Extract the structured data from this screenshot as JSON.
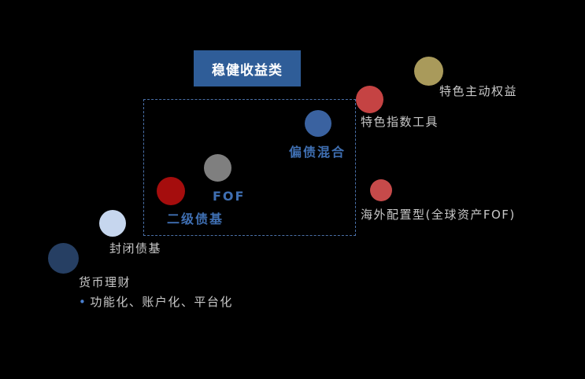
{
  "title": "稳健收益类",
  "colors": {
    "background": "#000000",
    "title_box": "#2f5d98",
    "accent_blue_text": "#3f6fb2",
    "gray_text": "#c8c8c8"
  },
  "nodes": [
    {
      "id": "money-market",
      "label": "货币理财",
      "color": "#263f63"
    },
    {
      "id": "closed-bond",
      "label": "封闭债基",
      "color": "#c6d6ee"
    },
    {
      "id": "secondary-bond",
      "label": "二级债基",
      "color": "#a50d0d"
    },
    {
      "id": "fof",
      "label": "FOF",
      "color": "#7f7f7f"
    },
    {
      "id": "hybrid-bond",
      "label": "偏债混合",
      "color": "#3a62a0"
    },
    {
      "id": "index-tools",
      "label": "特色指数工具",
      "color": "#c54343"
    },
    {
      "id": "active-equity",
      "label": "特色主动权益",
      "color": "#a99a5b"
    },
    {
      "id": "overseas",
      "label": "海外配置型(全球资产FOF)",
      "color": "#c64a4a"
    }
  ],
  "note": {
    "bullet": "•",
    "text": "功能化、账户化、平台化"
  }
}
